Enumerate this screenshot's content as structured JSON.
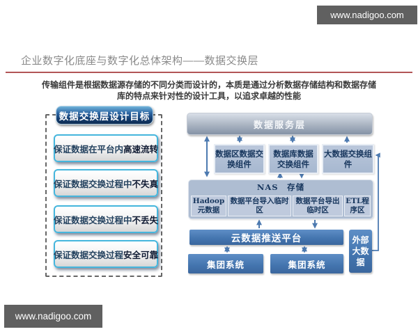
{
  "site": {
    "url_top": "www.nadigoo.com",
    "url_bottom": "www.nadigoo.com"
  },
  "header": {
    "title": "企业数字化底座与数字化总体架构——数据交换层"
  },
  "intro": {
    "line1": "传输组件是根据数据源存储的不同分类而设计的，本质是通过分析数据存储结构和数据存储",
    "line2": "库的特点来针对性的设计工具，以追求卓越的性能"
  },
  "goals": {
    "header": "数据交换层设计目标",
    "items": [
      {
        "prefix": "保证数据在平台内",
        "emphasis": "高速流转"
      },
      {
        "prefix": "保证数据交换过程中",
        "emphasis": "不失真"
      },
      {
        "prefix": "保证数据交换过程中",
        "emphasis": "不丢失"
      },
      {
        "prefix": "保证数据交换过程",
        "emphasis": "安全可靠"
      }
    ]
  },
  "architecture": {
    "service_layer": "数据服务层",
    "components": [
      "数据区数据交换组件",
      "数据库数据交换组件",
      "大数据交换组件"
    ],
    "nas": {
      "title": "NAS　存储",
      "cells": [
        "Hadoop元数据",
        "数据平台导入临时区",
        "数据平台导出临时区",
        "ETL程序区"
      ]
    },
    "push_platform": "云数据推送平台",
    "external": "外部大数据",
    "group_systems": [
      "集团系统",
      "集团系统"
    ]
  },
  "colors": {
    "accent_blue": "#4f81bd",
    "light_blue_box": "#aebfd6",
    "divider_red": "#b25556",
    "badge_gray": "#606060",
    "goal_border_cyan": "#45b6dd"
  }
}
